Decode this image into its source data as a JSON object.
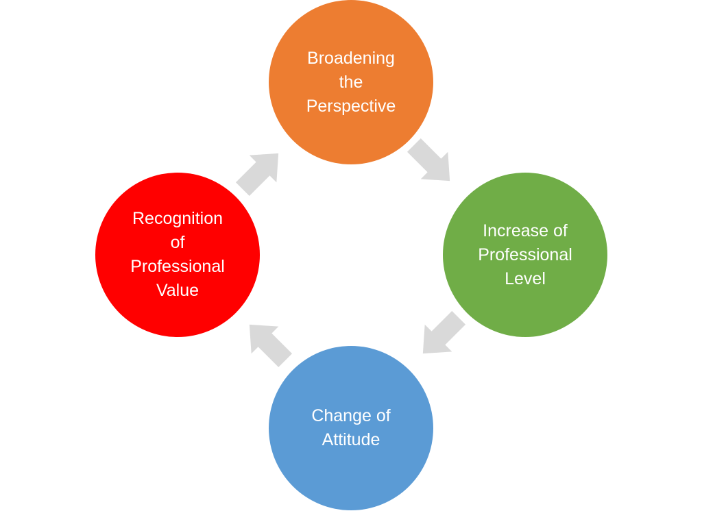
{
  "nodes": [
    {
      "id": "broadening",
      "lines": [
        "Broadening",
        "the",
        "Perspective"
      ],
      "color": "#ED7D31"
    },
    {
      "id": "increase",
      "lines": [
        "Increase of",
        "Professional",
        "Level"
      ],
      "color": "#70AD47"
    },
    {
      "id": "change",
      "lines": [
        "Change of",
        "Attitude"
      ],
      "color": "#5B9BD5"
    },
    {
      "id": "recognition",
      "lines": [
        "Recognition",
        "of",
        "Professional",
        "Value"
      ],
      "color": "#FF0000"
    }
  ],
  "arrow_color": "#D9D9D9"
}
